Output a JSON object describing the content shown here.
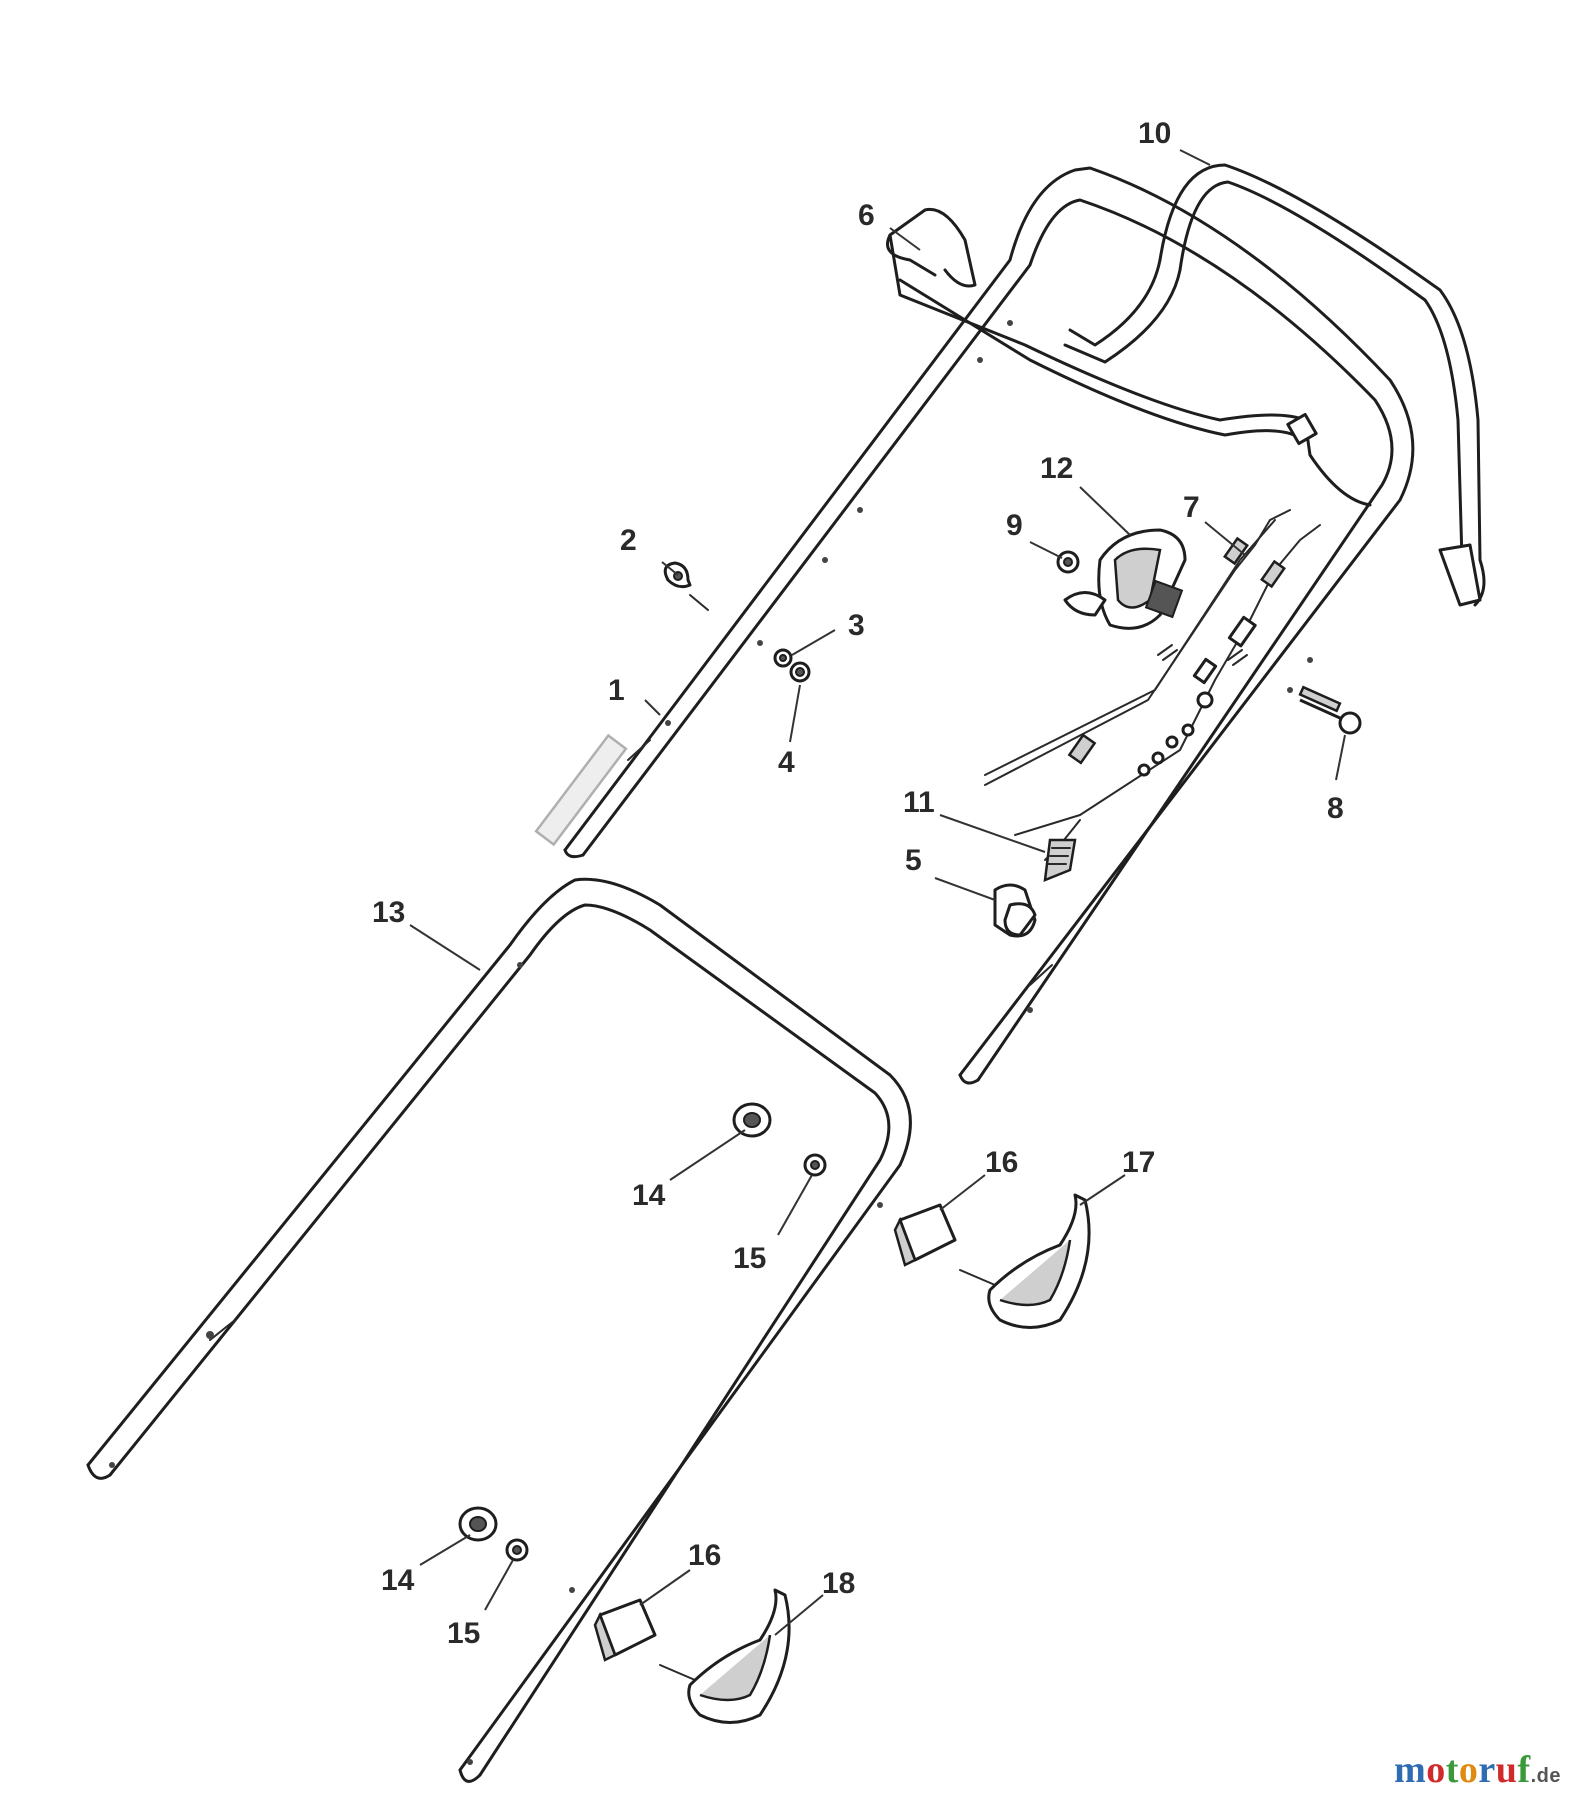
{
  "parts": [
    {
      "id": "label-1",
      "number": "1"
    },
    {
      "id": "label-2",
      "number": "2"
    },
    {
      "id": "label-3",
      "number": "3"
    },
    {
      "id": "label-4",
      "number": "4"
    },
    {
      "id": "label-5",
      "number": "5"
    },
    {
      "id": "label-6",
      "number": "6"
    },
    {
      "id": "label-7",
      "number": "7"
    },
    {
      "id": "label-8",
      "number": "8"
    },
    {
      "id": "label-9",
      "number": "9"
    },
    {
      "id": "label-10",
      "number": "10"
    },
    {
      "id": "label-11",
      "number": "11"
    },
    {
      "id": "label-12",
      "number": "12"
    },
    {
      "id": "label-13",
      "number": "13"
    },
    {
      "id": "label-14a",
      "number": "14"
    },
    {
      "id": "label-14b",
      "number": "14"
    },
    {
      "id": "label-15a",
      "number": "15"
    },
    {
      "id": "label-15b",
      "number": "15"
    },
    {
      "id": "label-16a",
      "number": "16"
    },
    {
      "id": "label-16b",
      "number": "16"
    },
    {
      "id": "label-17",
      "number": "17"
    },
    {
      "id": "label-18",
      "number": "18"
    }
  ],
  "watermark": {
    "letters": [
      "m",
      "o",
      "t",
      "o",
      "r",
      "u",
      "f"
    ],
    "suffix": ".de"
  },
  "colors": {
    "line": "#1e1e1e",
    "watermark_blue": "#2f6db3",
    "watermark_red": "#d12a2a",
    "watermark_green": "#3a9a3a",
    "watermark_orange": "#e08a12"
  }
}
